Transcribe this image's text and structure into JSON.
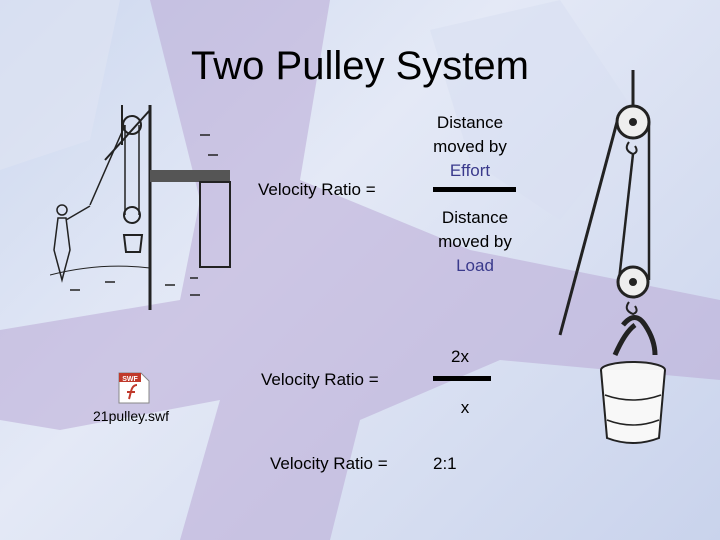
{
  "slide": {
    "title": "Two Pulley System",
    "velocity_ratio_label": "Velocity Ratio =",
    "fraction1": {
      "numerator_line1": "Distance",
      "numerator_line2": "moved by",
      "numerator_line3": "Effort",
      "denominator_line1": "Distance",
      "denominator_line2": "moved by",
      "denominator_line3": "Load"
    },
    "fraction2": {
      "numerator": "2x",
      "denominator": "x"
    },
    "result": "2:1",
    "file_icon": {
      "badge": "SWF",
      "filename": "21pulley.swf",
      "icon": "swf-file-icon"
    },
    "colors": {
      "highlight_text": "#3a3a8c",
      "background": "#cdd8ef"
    }
  }
}
